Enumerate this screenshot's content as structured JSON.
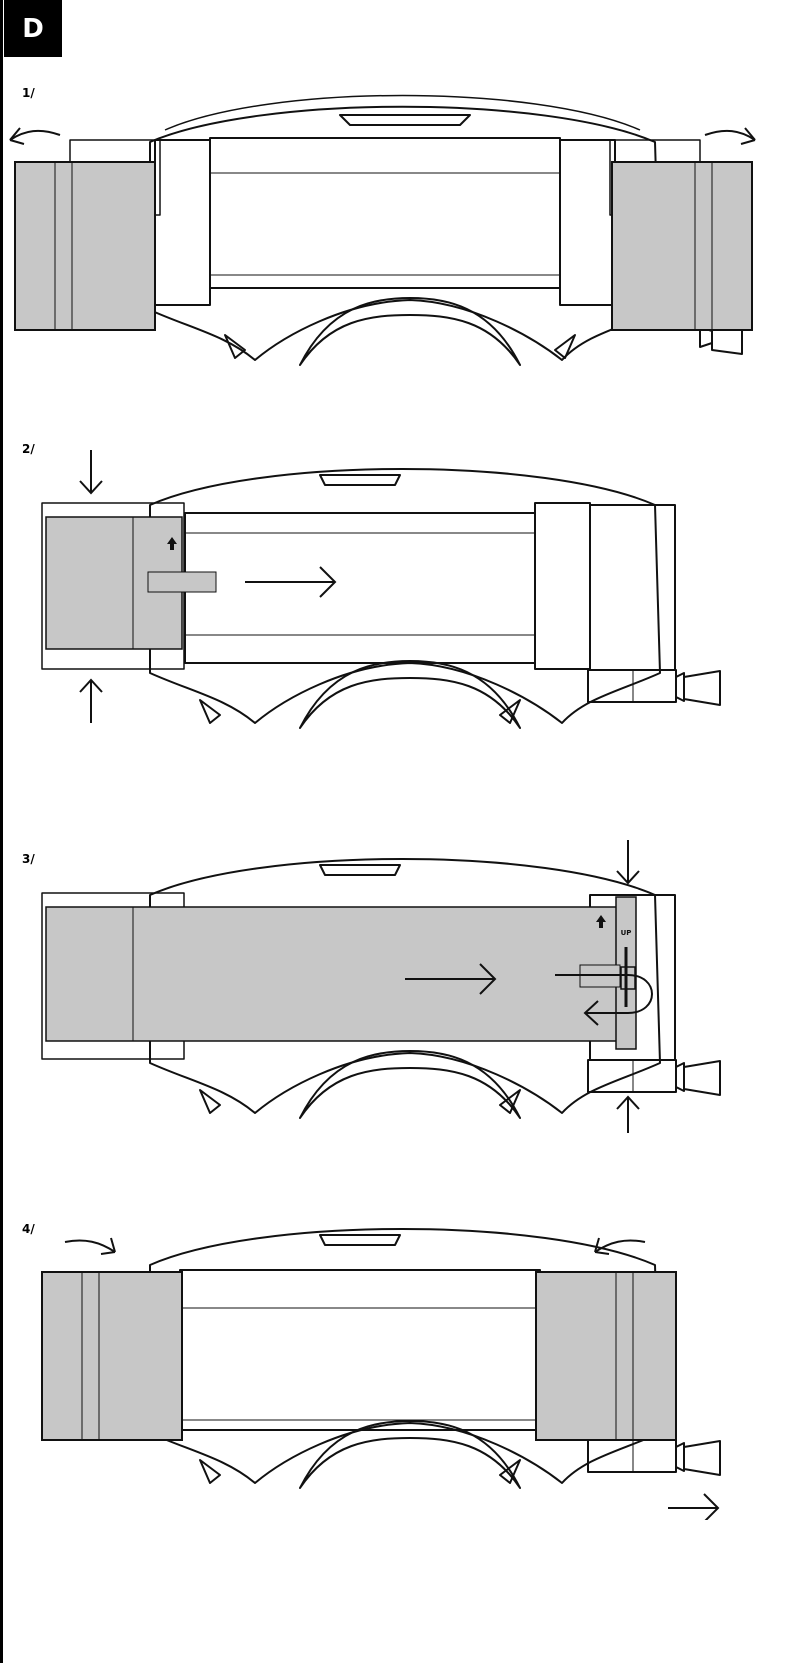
{
  "section": {
    "badge": "D"
  },
  "steps": [
    {
      "label": "1/"
    },
    {
      "label": "2/"
    },
    {
      "label": "3/"
    },
    {
      "label": "4/"
    }
  ],
  "colors": {
    "film": "#c7c7c7",
    "stroke": "#111111",
    "badge_bg": "#000000"
  },
  "icons": [
    "arrow-icon",
    "up-arrow-icon",
    "curved-arrow-icon"
  ],
  "cartridge_mark": "UP"
}
